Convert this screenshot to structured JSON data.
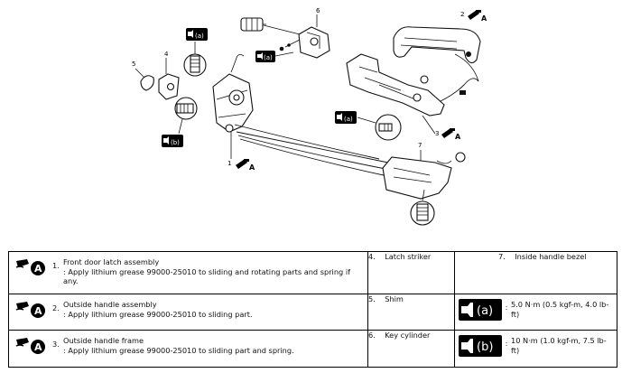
{
  "callouts": {
    "c1": "1",
    "c2": "2",
    "c3": "3",
    "c4": "4",
    "c5": "5",
    "c6": "6",
    "c7": "7",
    "ta": "(a)",
    "tb": "(b)"
  },
  "legend": {
    "rows": [
      {
        "number": "1.",
        "title": "Front door latch assembly",
        "note": ": Apply lithium grease 99000-25010 to sliding and rotating parts and spring if any.",
        "col2": "4.    Latch striker",
        "col3": "7.    Inside handle bezel"
      },
      {
        "number": "2.",
        "title": "Outside handle assembly",
        "note": ": Apply lithium grease 99000-25010 to sliding part.",
        "col2": "5.    Shim",
        "torque_symbol": "(a)",
        "torque_value": "5.0 N·m (0.5 kgf-m, 4.0 lb-ft)"
      },
      {
        "number": "3.",
        "title": "Outside handle frame",
        "note": ": Apply lithium grease 99000-25010 to sliding part and spring.",
        "col2": "6.    Key cylinder",
        "torque_symbol": "(b)",
        "torque_value": "10 N·m (1.0 kgf-m, 7.5 lb-ft)"
      }
    ]
  }
}
